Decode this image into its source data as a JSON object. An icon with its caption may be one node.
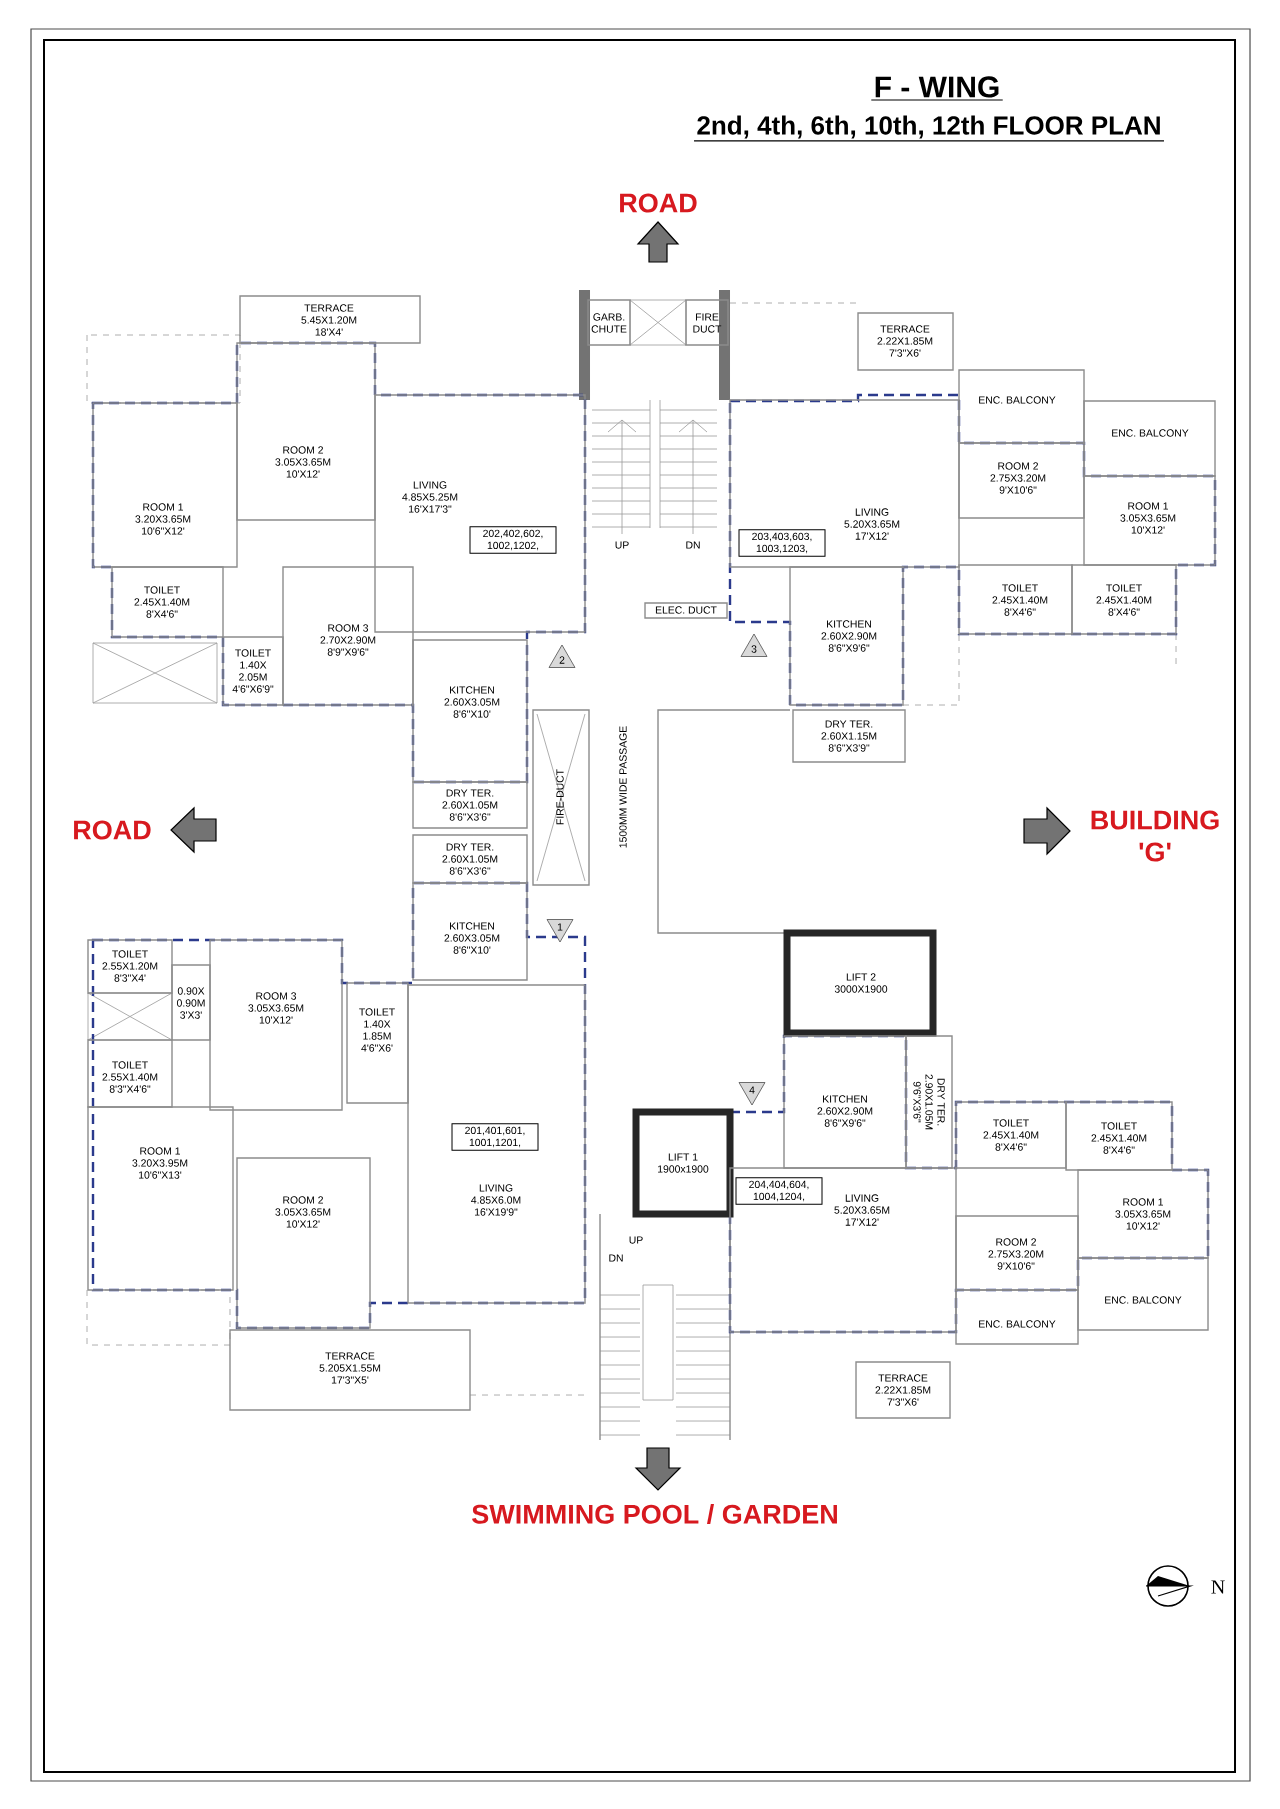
{
  "diagram": {
    "title": "F - WING",
    "nodes": [
      {
        "text": [
          "TERRACE",
          "5.45X1.20M",
          "18'X4'"
        ]
      },
      {
        "text": [
          "GARB. CHUTE"
        ]
      },
      {
        "text": [
          "FIRE DUCT"
        ]
      },
      {
        "text": [
          "TERRACE",
          "2.22X1.85M",
          "7'3\"X6'"
        ]
      },
      {
        "text": [
          "ROOM 2",
          "3.05X3.65M",
          "10'X12'"
        ]
      },
      {
        "text": [
          "LIVING",
          "4.85X5.25M",
          "16'X17'3\""
        ]
      },
      {
        "text": [
          "ENC. BALCONY"
        ]
      },
      {
        "text": [
          "ROOM 1",
          "3.20X3.65M",
          "10'6\"X12'"
        ]
      },
      {
        "text": [
          "ENC. BALCONY"
        ]
      },
      {
        "text": [
          "LIVING",
          "5.20X3.65M",
          "17'X12'"
        ]
      },
      {
        "text": [
          "ROOM 2",
          "2.75X3.20M",
          "9'X10'6\""
        ]
      },
      {
        "text": [
          "ROOM 1",
          "3.05X3.65M",
          "10'X12'"
        ]
      },
      {
        "text": [
          "202,402,602, 1002,1202,"
        ],
        "in": 5
      },
      {
        "text": [
          "203,403,603, 1003,1203,"
        ],
        "in": 9
      },
      {
        "text": [
          "TOILET",
          "2.45X1.40M",
          "8'X4'6\""
        ]
      },
      {
        "text": [
          "ROOM 3",
          "2.70X2.90M",
          "8'9\"X9'6\""
        ]
      },
      {
        "text": [
          "TOILET",
          "2.45X1.40M",
          "8'X4'6\""
        ]
      },
      {
        "text": [
          "TOILET",
          "2.45X1.40M",
          "8'X4'6\""
        ]
      },
      {
        "text": [
          "ELEC. DUCT"
        ]
      },
      {
        "text": [
          "KITCHEN",
          "2.60X2.90M",
          "8'6\"X9'6\""
        ]
      },
      {
        "text": [
          "KITCHEN",
          "2.60X3.05M",
          "8'6\"X10'"
        ]
      },
      {
        "text": [
          "TOILET",
          "1.40X 2.05M",
          "4'6\"X6'9\""
        ]
      },
      {
        "text": [
          "2"
        ]
      },
      {
        "text": [
          "3"
        ]
      },
      {
        "text": [
          "DRY TER.",
          "2.60X1.15M",
          "8'6\"X3'9\""
        ]
      },
      {
        "text": [
          "FIRE-DUCT"
        ]
      },
      {
        "text": [
          "DRY TER.",
          "2.60X1.05M",
          "8'6\"X3'6\""
        ]
      },
      {
        "text": [
          "DRY TER.",
          "2.60X1.05M",
          "8'6\"X3'6\""
        ]
      },
      {
        "text": [
          "1"
        ]
      },
      {
        "text": [
          "TOILET",
          "2.55X1.20M",
          "8'3\"X4'"
        ]
      },
      {
        "text": [
          "ROOM 3",
          "3.05X3.65M",
          "10'X12'"
        ]
      },
      {
        "text": [
          "KITCHEN",
          "2.60X3.05M",
          "8'6\"X10'"
        ]
      },
      {
        "text": [
          "LIFT 2",
          "3000X1900"
        ]
      },
      {
        "text": [
          "0.90X 0.90M",
          "3'X3'"
        ]
      },
      {
        "text": [
          "TOILET",
          "1.40X 1.85M",
          "4'6\"X6'"
        ]
      },
      {
        "text": [
          "TOILET",
          "2.55X1.40M",
          "8'3\"X4'6\""
        ]
      },
      {
        "text": [
          "4"
        ]
      },
      {
        "text": [
          "KITCHEN",
          "2.60X2.90M",
          "8'6\"X9'6\""
        ]
      },
      {
        "text": [
          "DRY TER.",
          "2.90X1.05M",
          "9'6\"X3'6\""
        ]
      },
      {
        "text": [
          "TOILET",
          "2.45X1.40M",
          "8'X4'6\""
        ]
      },
      {
        "text": [
          "TOILET",
          "2.45X1.40M",
          "8'X4'6\""
        ]
      },
      {
        "text": [
          "LIFT 1",
          "1900x1900"
        ]
      },
      {
        "text": [
          "LIVING",
          "4.85X6.0M",
          "16'X19'9\""
        ]
      },
      {
        "text": [
          "201,401,601, 1001,1201,"
        ],
        "in": 42
      },
      {
        "text": [
          "ROOM 1",
          "3.20X3.95M",
          "10'6\"X13'"
        ]
      },
      {
        "text": [
          "LIVING",
          "5.20X3.65M",
          "17'X12'"
        ]
      },
      {
        "text": [
          "204,404,604, 1004,1204,"
        ],
        "in": 45
      },
      {
        "text": [
          "ROOM 1",
          "3.05X3.65M",
          "10'X12'"
        ]
      },
      {
        "text": [
          "ROOM 2",
          "3.05X3.65M",
          "10'X12'"
        ]
      },
      {
        "text": [
          "ROOM 2",
          "2.75X3.20M",
          "9'X10'6\""
        ]
      },
      {
        "text": [
          "ENC. BALCONY"
        ]
      },
      {
        "text": [
          "ENC. BALCONY"
        ]
      },
      {
        "text": [
          "TERRACE",
          "5.205X1.55M",
          "17'3\"X5'"
        ]
      },
      {
        "text": [
          "TERRACE",
          "2.22X1.85M",
          "7'3\"X6'"
        ]
      }
    ],
    "labels": [
      "2nd, 4th, 6th, 10th, 12th FLOOR PLAN",
      "ROAD",
      "ROAD",
      "BUILDING 'G'",
      "1500MM WIDE PASSAGE",
      "UP",
      "DN",
      "UP",
      "DN",
      "SWIMMING POOL / GARDEN",
      "N"
    ]
  }
}
